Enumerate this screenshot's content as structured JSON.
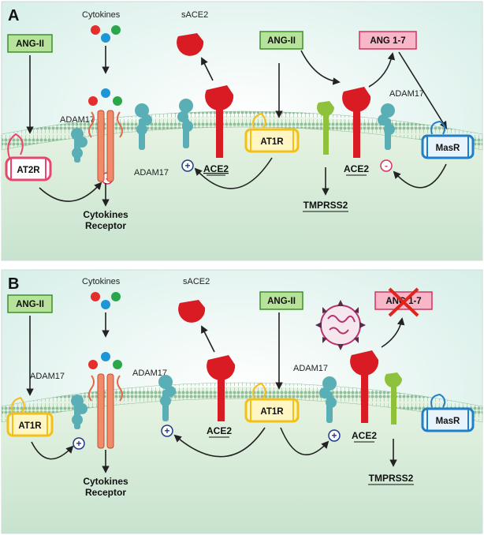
{
  "panels": [
    {
      "letter": "A",
      "ang_ii_left": "ANG-II",
      "cytokines": "Cytokines",
      "sace2": "sACE2",
      "ang_ii_mid": "ANG-II",
      "ang17": "ANG 1-7",
      "adam17_left": "ADAM17",
      "adam17_mid": "ADAM17",
      "adam17_right": "ADAM17",
      "receptor_left": "AT2R",
      "at1r": "AT1R",
      "ace2_left": "ACE2",
      "ace2_right": "ACE2",
      "masr": "MasR",
      "tmprss2": "TMPRSS2",
      "cyto_receptor_1": "Cytokines",
      "cyto_receptor_2": "Receptor",
      "signs": [
        "-",
        "+",
        "-"
      ]
    },
    {
      "letter": "B",
      "ang_ii_left": "ANG-II",
      "cytokines": "Cytokines",
      "sace2": "sACE2",
      "ang_ii_mid": "ANG-II",
      "ang17": "ANG 1-7",
      "adam17_left": "ADAM17",
      "adam17_mid": "ADAM17",
      "adam17_right": "ADAM17",
      "receptor_left": "AT1R",
      "at1r": "AT1R",
      "ace2_left": "ACE2",
      "ace2_right": "ACE2",
      "masr": "MasR",
      "tmprss2": "TMPRSS2",
      "cyto_receptor_1": "Cytokines",
      "cyto_receptor_2": "Receptor",
      "signs": [
        "+",
        "+",
        "+"
      ]
    }
  ],
  "colors": {
    "ang_box_fill": "#b7e29a",
    "ang_box_stroke": "#3f8f2c",
    "ang17_fill": "#f7b7c8",
    "ang17_stroke": "#d6335e",
    "at2r": "#e8456f",
    "at1r": "#f2c018",
    "ace2": "#d91c23",
    "adam17": "#5aaeb6",
    "masr": "#1f7fc9",
    "tmprss2": "#8fc23c",
    "membrane": "#9cc9a6",
    "virus": "#b5346b",
    "cross": "#e0241b"
  }
}
